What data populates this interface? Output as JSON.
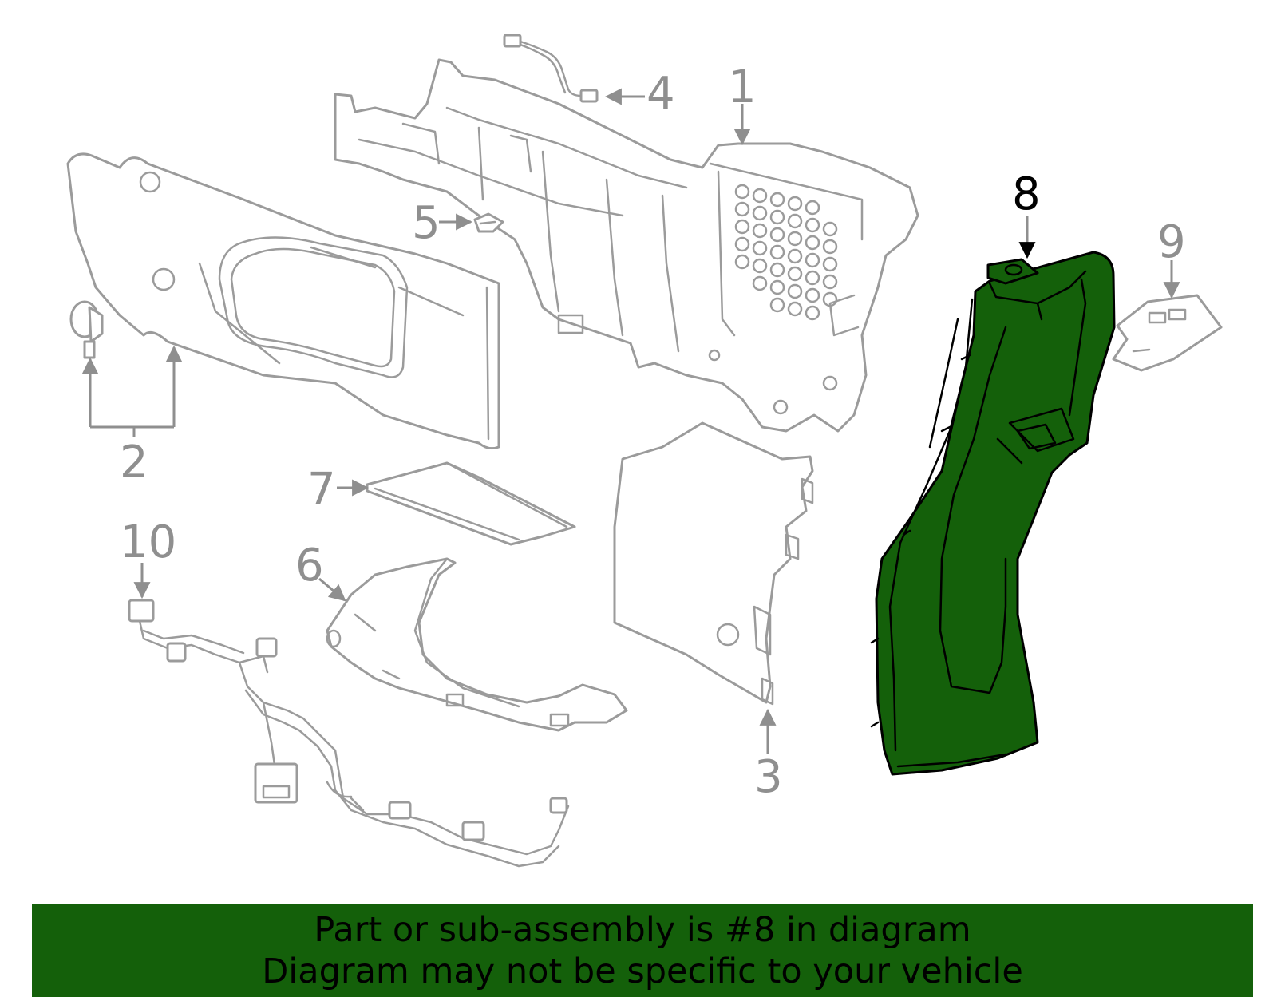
{
  "colors": {
    "highlight": "#14600a",
    "banner": "#14600a",
    "part_outline": "#9b9b9b",
    "callout_text": "#8f8f8f"
  },
  "callouts": {
    "c1": "1",
    "c2": "2",
    "c3": "3",
    "c4": "4",
    "c5": "5",
    "c6": "6",
    "c7": "7",
    "c8": "8",
    "c9": "9",
    "c10": "10"
  },
  "banner": {
    "line1": "Part or sub-assembly is #8 in diagram",
    "line2": "Diagram may not be specific to your vehicle"
  }
}
